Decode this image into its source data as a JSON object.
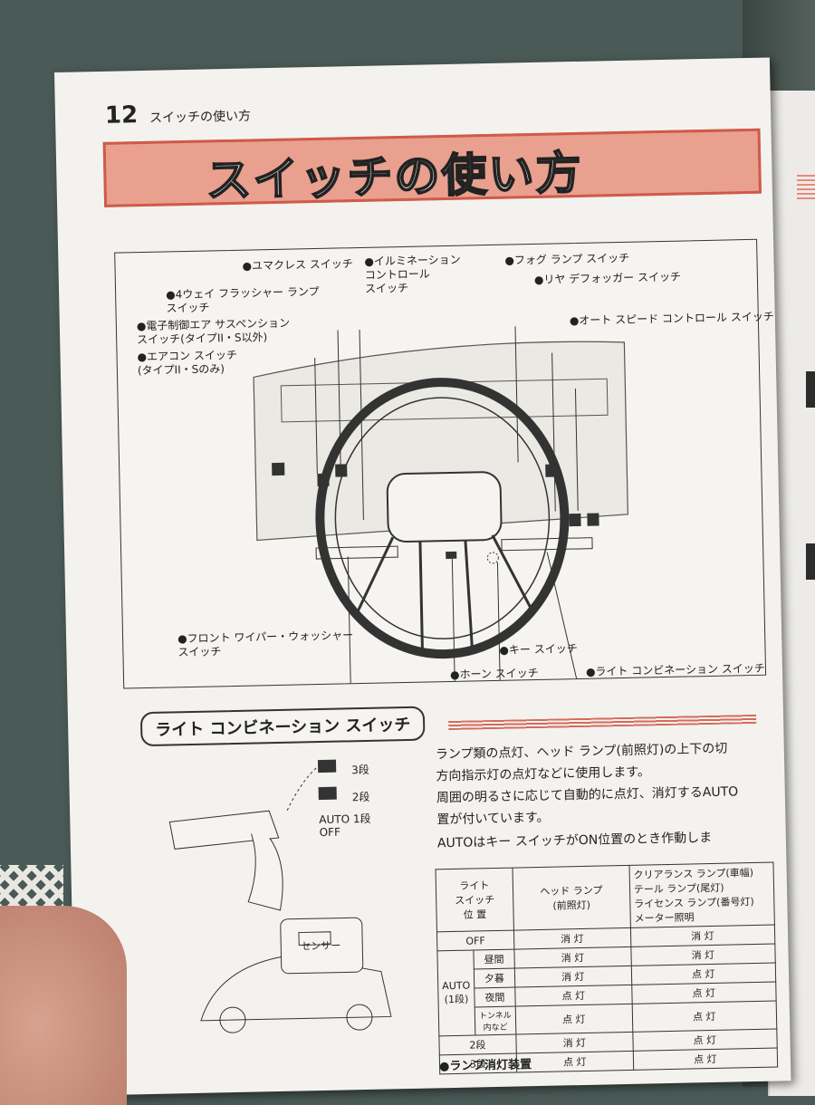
{
  "page": {
    "number": "12",
    "running_head": "スイッチの使い方",
    "title": "スイッチの使い方"
  },
  "diagram": {
    "labels": {
      "yumakures": "●ユマクレス スイッチ",
      "illumination": "●イルミネーション\nコントロール\nスイッチ",
      "fog": "●フォグ ランプ スイッチ",
      "rear_defogger": "●リヤ デフォッガー スイッチ",
      "flasher": "●4ウェイ フラッシャー ランプ\nスイッチ",
      "suspension": "●電子制御エア サスペンション\nスイッチ(タイプII・S以外)",
      "aircon": "●エアコン スイッチ\n(タイプII・Sのみ)",
      "cruise": "●オート スピード コントロール スイッチ",
      "wiper": "●フロント ワイパー・ウォッシャー\nスイッチ",
      "key": "●キー スイッチ",
      "horn": "●ホーン スイッチ",
      "light_combo": "●ライト コンビネーション スイッチ"
    }
  },
  "section": {
    "title": "ライト コンビネーション スイッチ",
    "positions": [
      "3段",
      "2段",
      "AUTO 1段",
      "OFF"
    ],
    "sensor_label": "センサー",
    "paragraphs": [
      "ランプ類の点灯、ヘッド ランプ(前照灯)の上下の切",
      "方向指示灯の点灯などに使用します。",
      "周囲の明るさに応じて自動的に点灯、消灯するAUTO",
      "置が付いています。",
      "AUTOはキー スイッチがON位置のとき作動しま"
    ]
  },
  "table": {
    "headers": [
      "ライト\nスイッチ\n位 置",
      "ヘッド ランプ\n(前照灯)",
      "クリアランス ランプ(車幅)\nテール ランプ(尾灯)\nライセンス ランプ(番号灯)\nメーター照明"
    ],
    "rows": [
      {
        "group": "OFF",
        "cond": "",
        "head": "消 灯",
        "other": "消 灯"
      },
      {
        "group": "AUTO\n(1段)",
        "cond": "昼間",
        "head": "消 灯",
        "other": "消 灯"
      },
      {
        "group": "",
        "cond": "夕暮",
        "head": "消 灯",
        "other": "点 灯"
      },
      {
        "group": "",
        "cond": "夜間",
        "head": "点 灯",
        "other": "点 灯"
      },
      {
        "group": "",
        "cond": "トンネル\n内など",
        "head": "点 灯",
        "other": "点 灯"
      },
      {
        "group": "2段",
        "cond": "",
        "head": "消 灯",
        "other": "点 灯"
      },
      {
        "group": "3段",
        "cond": "",
        "head": "点 灯",
        "other": "点 灯"
      }
    ]
  },
  "footer": {
    "bullet": "●ランプ消灯装置"
  }
}
